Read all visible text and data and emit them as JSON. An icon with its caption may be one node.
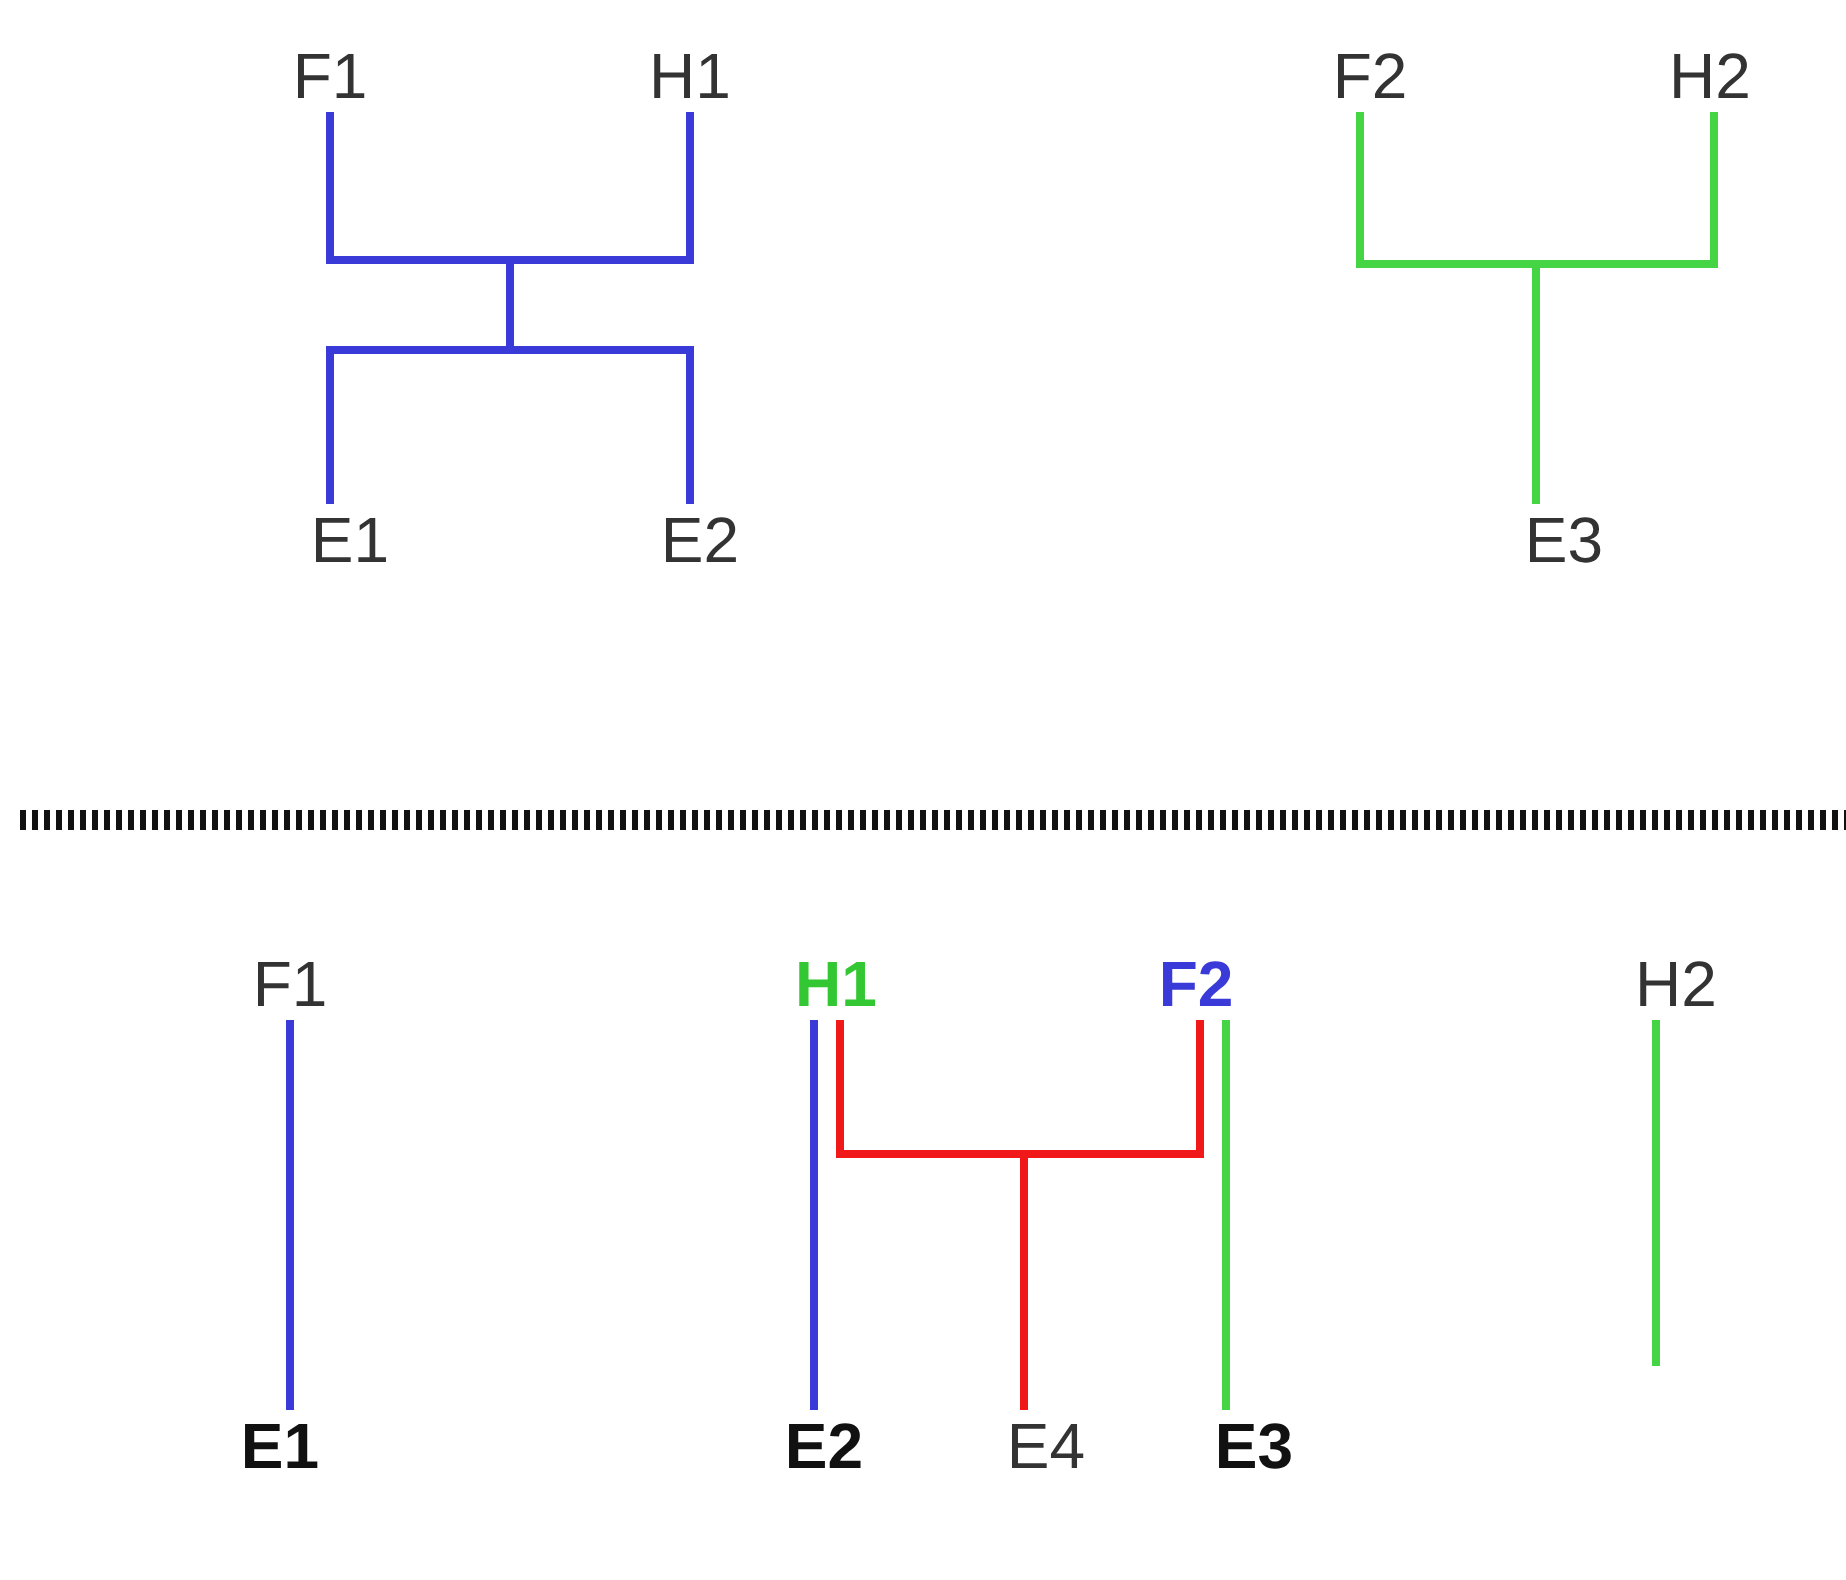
{
  "diagram": {
    "nodes": [
      {
        "text": [
          "F1"
        ]
      },
      {
        "text": [
          "H1"
        ]
      },
      {
        "text": [
          "E1"
        ]
      },
      {
        "text": [
          "E2"
        ]
      },
      {
        "text": [
          "F2"
        ]
      },
      {
        "text": [
          "H2"
        ]
      },
      {
        "text": [
          "E3"
        ]
      },
      {
        "text": [
          "F1"
        ]
      },
      {
        "text": [
          "H1"
        ]
      },
      {
        "text": [
          "F2"
        ]
      },
      {
        "text": [
          "H2"
        ]
      },
      {
        "text": [
          "E1"
        ]
      },
      {
        "text": [
          "E2"
        ]
      },
      {
        "text": [
          "E4"
        ]
      },
      {
        "text": [
          "E3"
        ]
      }
    ],
    "edges": [
      {
        "from": 0,
        "to": 2,
        "arrow": "none",
        "color": "#3a3ad8"
      },
      {
        "from": 0,
        "to": 3,
        "arrow": "none",
        "color": "#3a3ad8"
      },
      {
        "from": 1,
        "to": 2,
        "arrow": "none",
        "color": "#3a3ad8"
      },
      {
        "from": 1,
        "to": 3,
        "arrow": "none",
        "color": "#3a3ad8"
      },
      {
        "from": 4,
        "to": 6,
        "arrow": "none",
        "color": "#44d444"
      },
      {
        "from": 5,
        "to": 6,
        "arrow": "none",
        "color": "#44d444"
      },
      {
        "from": 7,
        "to": 11,
        "arrow": "none",
        "color": "#3a3ad8"
      },
      {
        "from": 8,
        "to": 12,
        "arrow": "none",
        "color": "#3a3ad8"
      },
      {
        "from": 8,
        "to": 13,
        "arrow": "none",
        "color": "#f01818"
      },
      {
        "from": 9,
        "to": 13,
        "arrow": "none",
        "color": "#f01818"
      },
      {
        "from": 9,
        "to": 14,
        "arrow": "none",
        "color": "#44d444"
      },
      {
        "from": 10,
        "to": null,
        "arrow": "none",
        "color": "#44d444"
      }
    ]
  }
}
